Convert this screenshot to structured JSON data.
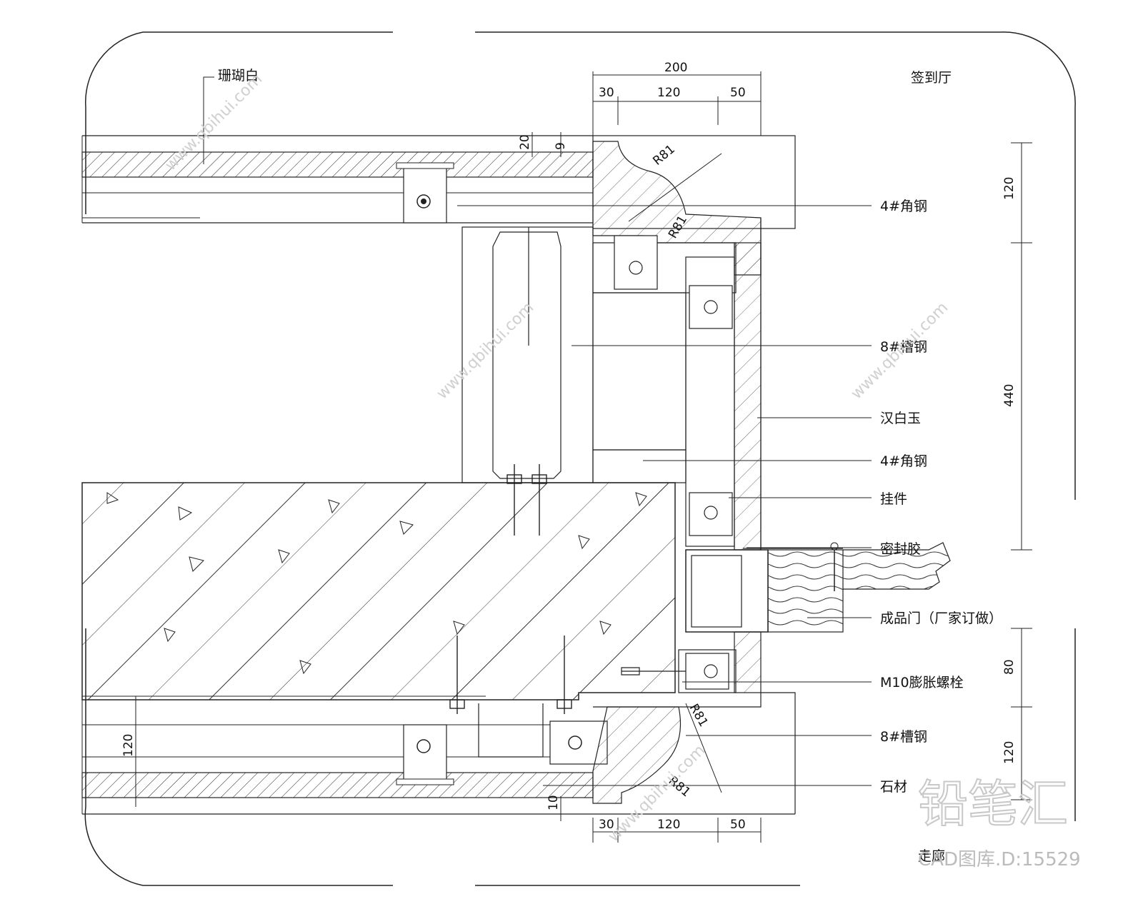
{
  "labels": {
    "coral_white": "珊瑚白",
    "sign_hall": "签到厅",
    "angle_steel_top": "4#角钢",
    "channel_steel_top": "8#槽钢",
    "han_white_jade": "汉白玉",
    "angle_steel_mid": "4#角钢",
    "hanger": "挂件",
    "sealant": "密封胶",
    "product_door": "成品门（厂家订做）",
    "expansion_bolt": "M10膨胀螺栓",
    "channel_steel_bottom": "8#槽钢",
    "stone": "石材",
    "corridor": "走廊"
  },
  "dimensions": {
    "top_total": "200",
    "top_a": "30",
    "top_b": "120",
    "top_c": "50",
    "bottom_a": "30",
    "bottom_b": "120",
    "bottom_c": "50",
    "right_top": "120",
    "right_mid": "440",
    "right_low": "80",
    "right_bottom": "120",
    "left_20": "20",
    "left_9": "9",
    "bottom_left_120": "120",
    "bottom_10": "10",
    "radius_1": "R81",
    "radius_2": "R81",
    "radius_3": "R81",
    "radius_4": "R81"
  },
  "watermark": {
    "brand": "铅笔汇",
    "catalog": "CAD图库.D:15529",
    "site": "www.qbihui.com"
  }
}
